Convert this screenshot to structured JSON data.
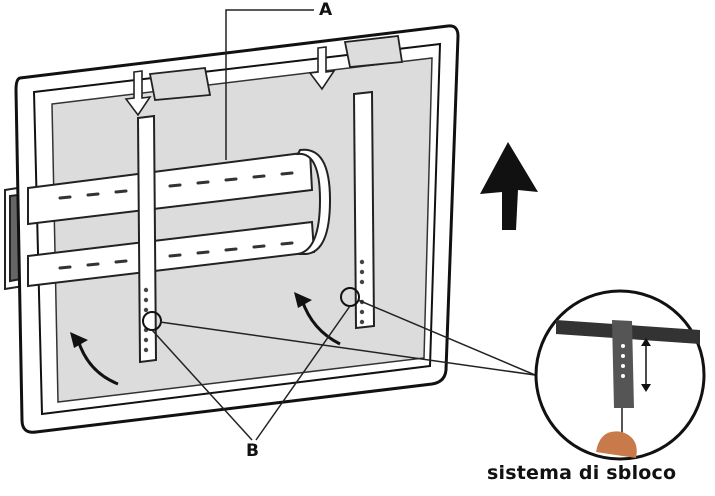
{
  "labels": {
    "a": "A",
    "b": "B"
  },
  "caption": "sistema di sbloco",
  "colors": {
    "panel_fill": "#dcdcdc",
    "line": "#222222",
    "frame": "#111111"
  }
}
